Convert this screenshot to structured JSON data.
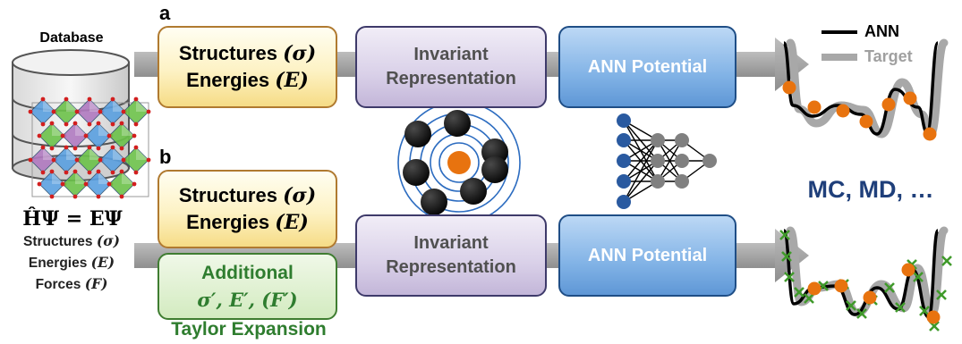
{
  "panels": {
    "a": "a",
    "b": "b"
  },
  "database": {
    "title": "Database",
    "equation": "ĤΨ = EΨ",
    "items": [
      {
        "label": "Structures",
        "symbol": "(σ)"
      },
      {
        "label": "Energies",
        "symbol": "(E)"
      },
      {
        "label": "Forces",
        "symbol": "(F)"
      }
    ]
  },
  "row_a": {
    "input": {
      "line1": "Structures",
      "sym1": "(σ)",
      "line2": "Energies",
      "sym2": "(E)"
    },
    "representation": {
      "line1": "Invariant",
      "line2": "Representation"
    },
    "potential": "ANN Potential",
    "legend": {
      "ann": "ANN",
      "target": "Target"
    }
  },
  "row_b": {
    "input": {
      "line1": "Structures",
      "sym1": "(σ)",
      "line2": "Energies",
      "sym2": "(E)"
    },
    "additional": {
      "line1": "Additional",
      "line2": "σ′, E′, (F′)"
    },
    "caption": "Taylor Expansion",
    "representation": {
      "line1": "Invariant",
      "line2": "Representation"
    },
    "potential": "ANN Potential"
  },
  "applications": "MC, MD, …",
  "colors": {
    "ann_curve": "#000000",
    "target_curve": "#a8a8a8",
    "data_point": "#e8730f",
    "extra_point": "#3f9a2a",
    "arrow": "#a6a6a6",
    "applications_text": "#1f3f7a"
  }
}
